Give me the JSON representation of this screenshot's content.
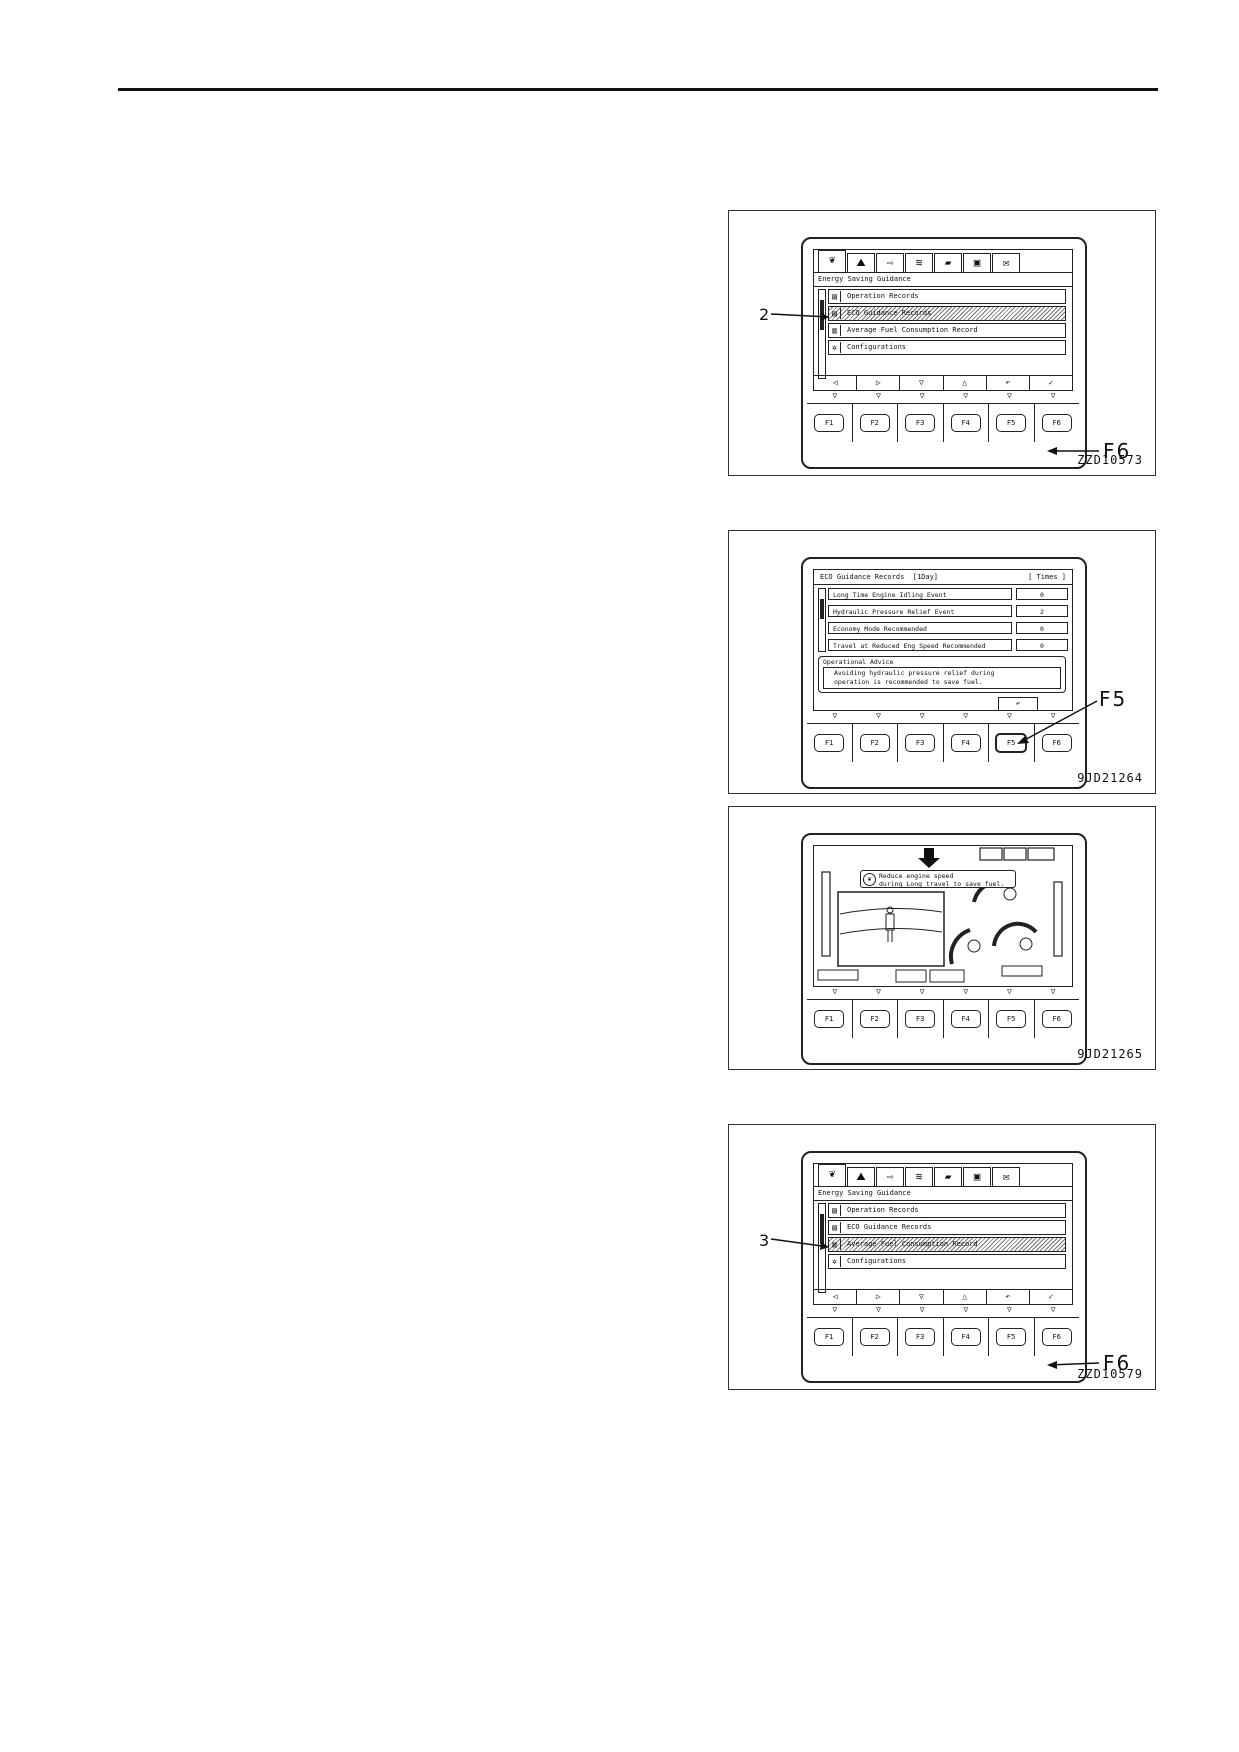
{
  "figures": [
    {
      "code": "ZZD10573",
      "callout_label": "F6",
      "callout_number": "2",
      "tab_icons": [
        "leaf-icon",
        "terrain-icon",
        "arrow-right-icon",
        "fuel-gauge-icon",
        "vehicle-icon",
        "meter-icon",
        "mail-icon"
      ],
      "menu_title": "Energy Saving Guidance",
      "menu_items": [
        {
          "label": "Operation Records",
          "icon": "document-icon",
          "glyph": "▤"
        },
        {
          "label": "ECO Guidance Records",
          "icon": "document-icon",
          "glyph": "▤"
        },
        {
          "label": "Average Fuel Consumption Record",
          "icon": "fuel-pump-icon",
          "glyph": "▥"
        },
        {
          "label": "Configurations",
          "icon": "gear-icon",
          "glyph": "✲"
        }
      ],
      "selected_index": 1,
      "nav": [
        "◁",
        "▷",
        "▽",
        "△",
        "↶",
        "✓"
      ],
      "fkeys": [
        "F1",
        "F2",
        "F3",
        "F4",
        "F5",
        "F6"
      ]
    },
    {
      "code": "9JD21264",
      "callout_label": "F5",
      "title": "ECO Guidance Records",
      "period": "[1Day]",
      "unit": "[ Times ]",
      "rows": [
        {
          "label": "Long Time Engine Idling Event",
          "value": "0"
        },
        {
          "label": "Hydraulic Pressure Relief Event",
          "value": "2"
        },
        {
          "label": "Economy Mode Recommended",
          "value": "0"
        },
        {
          "label": "Travel at Reduced Eng Speed Recommended",
          "value": "0"
        }
      ],
      "advice_title": "Operational Advice",
      "advice_text_1": "Avoiding hydraulic pressure relief during",
      "advice_text_2": "operation is recommended to save fuel.",
      "back_glyph": "↶",
      "fkeys": [
        "F1",
        "F2",
        "F3",
        "F4",
        "F5",
        "F6"
      ]
    },
    {
      "code": "9JD21265",
      "message_line_1": "Reduce engine speed",
      "message_line_2": "during Long travel to save fuel.",
      "fkeys": [
        "F1",
        "F2",
        "F3",
        "F4",
        "F5",
        "F6"
      ]
    },
    {
      "code": "ZZD10579",
      "callout_label": "F6",
      "callout_number": "3",
      "tab_icons": [
        "leaf-icon",
        "terrain-icon",
        "arrow-right-icon",
        "fuel-gauge-icon",
        "vehicle-icon",
        "meter-icon",
        "mail-icon"
      ],
      "menu_title": "Energy Saving Guidance",
      "menu_items": [
        {
          "label": "Operation Records",
          "icon": "document-icon",
          "glyph": "▤"
        },
        {
          "label": "ECO Guidance Records",
          "icon": "document-icon",
          "glyph": "▤"
        },
        {
          "label": "Average Fuel Consumption Record",
          "icon": "fuel-pump-icon",
          "glyph": "▥"
        },
        {
          "label": "Configurations",
          "icon": "gear-icon",
          "glyph": "✲"
        }
      ],
      "selected_index": 2,
      "nav": [
        "◁",
        "▷",
        "▽",
        "△",
        "↶",
        "✓"
      ],
      "fkeys": [
        "F1",
        "F2",
        "F3",
        "F4",
        "F5",
        "F6"
      ]
    }
  ]
}
